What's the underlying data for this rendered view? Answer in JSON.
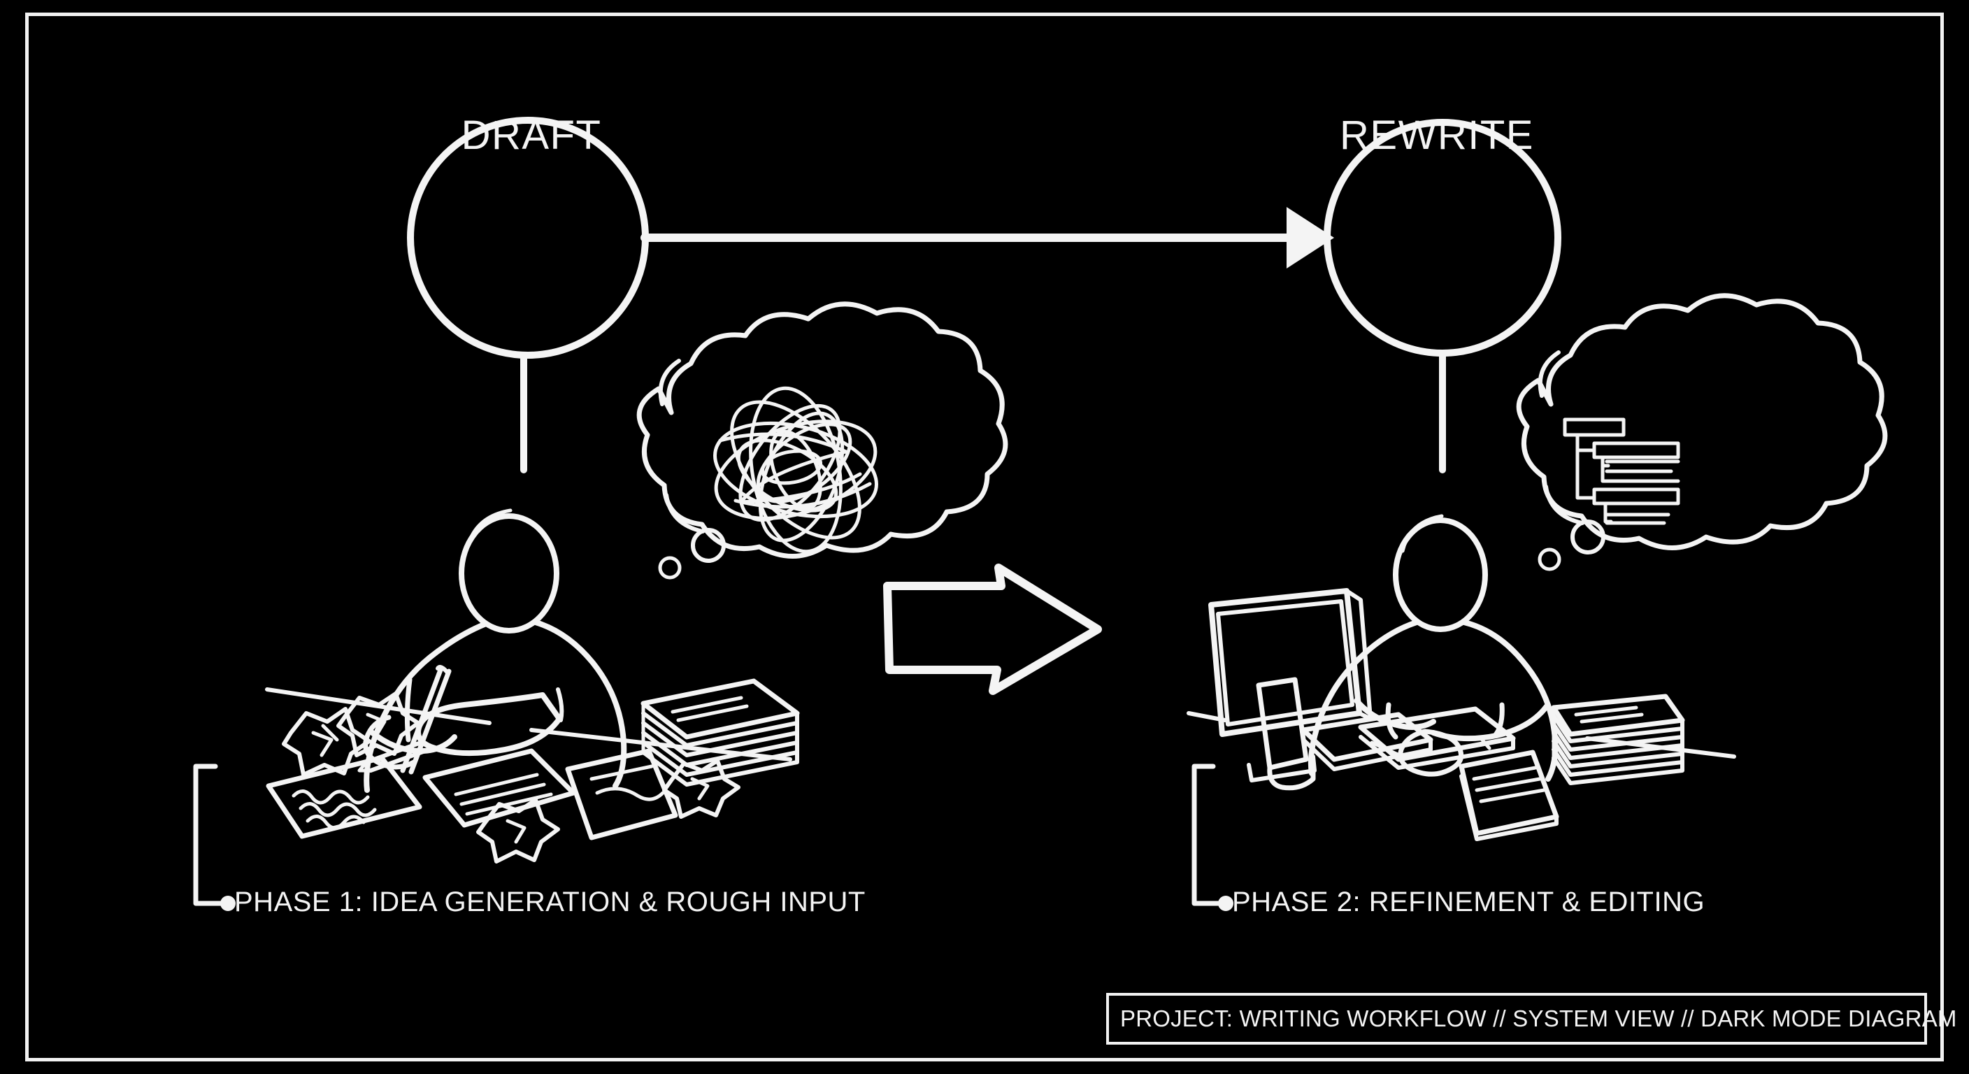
{
  "diagram": {
    "background_color": "#000000",
    "ink_color": "#f4f4f4",
    "style": "hand-drawn white chalk sketch on black, dark mode diagram",
    "frame": {
      "name": "outer-border"
    }
  },
  "nodes": [
    {
      "id": "draft",
      "label": "DRAFT"
    },
    {
      "id": "rewrite",
      "label": "REWRITE"
    }
  ],
  "flow_arrow": {
    "name": "draft-to-rewrite-arrow",
    "from": "DRAFT",
    "to": "REWRITE",
    "direction": "right"
  },
  "transition_arrow": {
    "name": "phase-transition-arrow",
    "direction": "right"
  },
  "scenes": [
    {
      "id": "phase-1",
      "caption": "PHASE 1: IDEA GENERATION & ROUGH INPUT",
      "thought": "tangled-scribble",
      "figure": "person-writing-by-hand",
      "props": [
        "pen",
        "notepad",
        "crumpled-paper-balls",
        "scattered-papers",
        "paper-stack"
      ]
    },
    {
      "id": "phase-2",
      "caption": "PHASE 2: REFINEMENT & EDITING",
      "thought": "structured-outline",
      "figure": "person-typing-at-computer",
      "props": [
        "monitor",
        "keyboard",
        "mouse",
        "printed-page",
        "paper-stack"
      ]
    }
  ],
  "footer": {
    "text": "PROJECT: WRITING WORKFLOW // SYSTEM VIEW // DARK MODE DIAGRAM"
  }
}
